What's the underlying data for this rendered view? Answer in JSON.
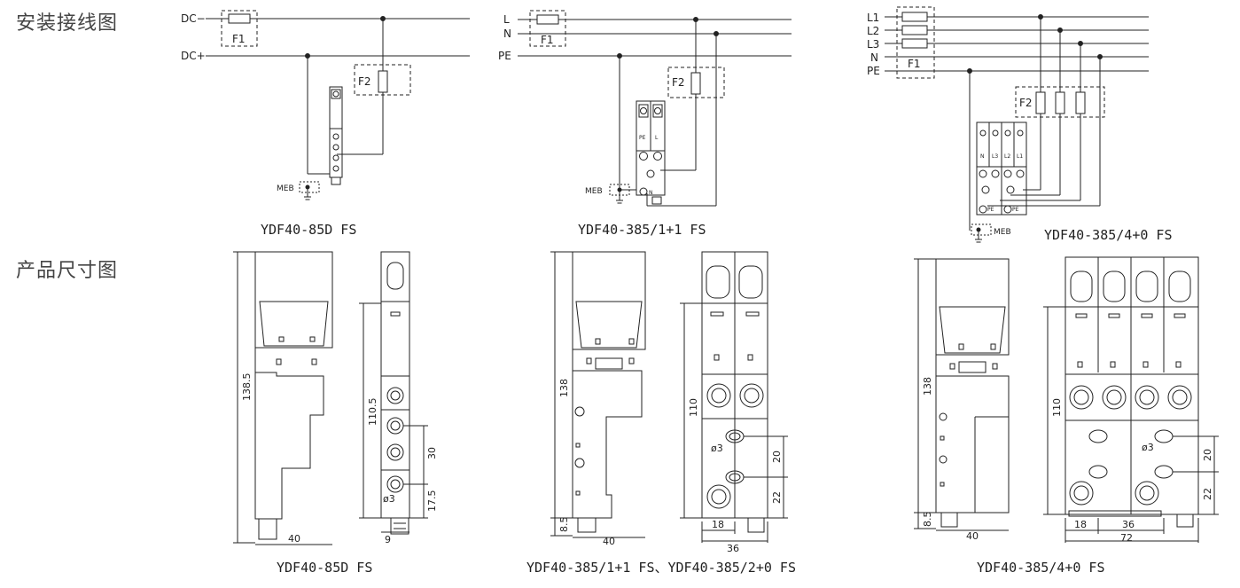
{
  "sections": {
    "wiring_title": "安装接线图",
    "dimension_title": "产品尺寸图"
  },
  "wiring": {
    "d1": {
      "dc_neg": "DC−",
      "dc_pos": "DC+",
      "f1": "F1",
      "f2": "F2",
      "meb": "MEB",
      "model": "YDF40-85D FS"
    },
    "d2": {
      "l": "L",
      "n": "N",
      "pe": "PE",
      "f1": "F1",
      "f2": "F2",
      "meb": "MEB",
      "model": "YDF40-385/1+1 FS",
      "term_pe": "PE",
      "term_l": "L",
      "term_n": "N"
    },
    "d3": {
      "l1": "L1",
      "l2": "L2",
      "l3": "L3",
      "n": "N",
      "pe": "PE",
      "f1": "F1",
      "f2": "F2",
      "meb": "MEB",
      "model": "YDF40-385/4+0 FS",
      "t_n": "N",
      "t_l3": "L3",
      "t_l2": "L2",
      "t_l1": "L1",
      "t_pe1": "PE",
      "t_pe2": "PE"
    }
  },
  "dimensions": {
    "d1": {
      "h": "138.5",
      "w": "40",
      "h2": "110.5",
      "d30": "30",
      "d175": "17.5",
      "phi": "ø3",
      "d9": "9",
      "model": "YDF40-85D FS"
    },
    "d2": {
      "h": "138",
      "w": "40",
      "d85": "8.5",
      "h2": "110",
      "d20": "20",
      "d22": "22",
      "phi": "ø3",
      "d18": "18",
      "d36": "36",
      "model": "YDF40-385/1+1 FS、YDF40-385/2+0 FS"
    },
    "d3": {
      "h": "138",
      "w": "40",
      "d85": "8.5",
      "h2": "110",
      "d20": "20",
      "d22": "22",
      "phi": "ø3",
      "d18": "18",
      "d36": "36",
      "d72": "72",
      "model": "YDF40-385/4+0 FS"
    }
  }
}
